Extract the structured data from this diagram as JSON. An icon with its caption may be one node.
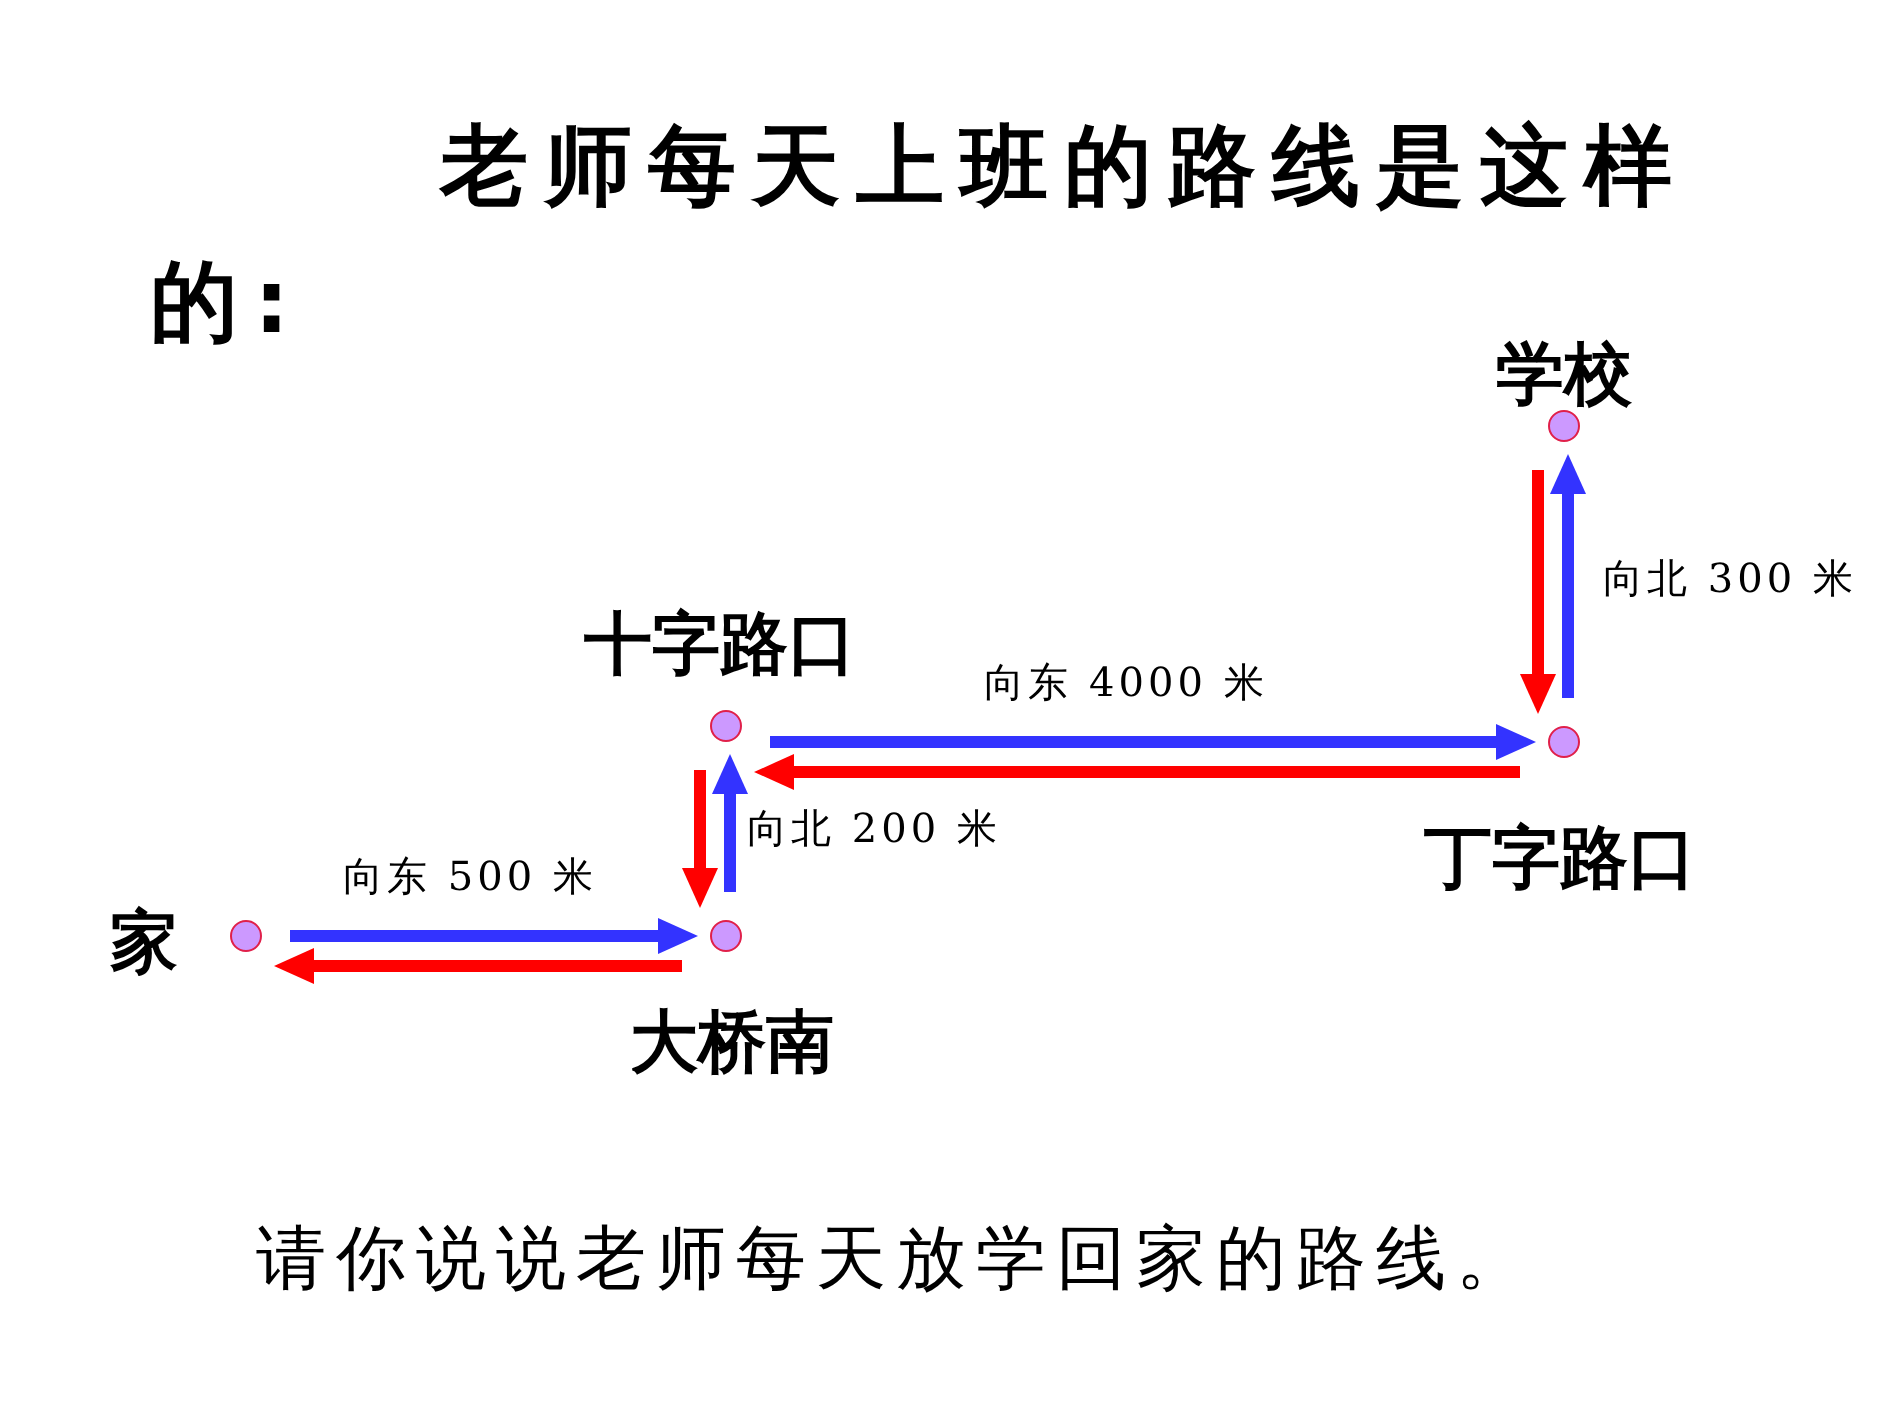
{
  "diagram": {
    "title": "老师每天上班的路线是这样的:",
    "caption": "请你说说老师每天放学回家的路线。",
    "nodes": [
      {
        "text": [],
        "shape": "circle",
        "beside": [
          "家"
        ]
      },
      {
        "text": [],
        "shape": "circle",
        "beside": [
          "大桥南"
        ]
      },
      {
        "text": [],
        "shape": "circle",
        "beside": [
          "十字路口"
        ]
      },
      {
        "text": [],
        "shape": "circle",
        "beside": [
          "丁字路口"
        ]
      },
      {
        "text": [],
        "shape": "circle",
        "beside": [
          "学校"
        ]
      }
    ],
    "edges": [
      {
        "from": 0,
        "to": 1,
        "arrow": "to",
        "label": "向东 500 米",
        "color": "#3333ff"
      },
      {
        "from": 1,
        "to": 0,
        "arrow": "to",
        "color": "#ff0000"
      },
      {
        "from": 1,
        "to": 2,
        "arrow": "to",
        "label": "向北 200 米",
        "color": "#3333ff"
      },
      {
        "from": 2,
        "to": 1,
        "arrow": "to",
        "color": "#ff0000"
      },
      {
        "from": 2,
        "to": 3,
        "arrow": "to",
        "label": "向东 4000 米",
        "color": "#3333ff"
      },
      {
        "from": 3,
        "to": 2,
        "arrow": "to",
        "color": "#ff0000"
      },
      {
        "from": 3,
        "to": 4,
        "arrow": "to",
        "label": "向北 300 米",
        "color": "#3333ff"
      },
      {
        "from": 4,
        "to": 3,
        "arrow": "to",
        "color": "#ff0000"
      }
    ]
  }
}
